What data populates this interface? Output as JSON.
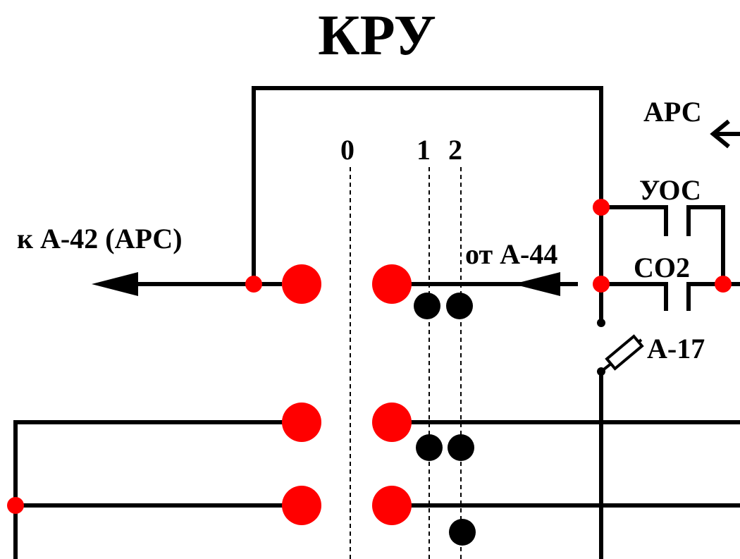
{
  "title": "КРУ",
  "labels": {
    "positions": {
      "p0": "0",
      "p1": "1",
      "p2": "2"
    },
    "to_a42": "к А-42 (АРС)",
    "from_a44": "от А-44",
    "ars": "АРС",
    "uos": "УОС",
    "co2": "СО2",
    "fuse": "А-17"
  },
  "colors": {
    "contact": "#ff0000",
    "line": "#000000",
    "background": "#ffffff"
  },
  "icons": {
    "arrow": "arrowhead-icon",
    "fuse": "fuse-icon"
  }
}
